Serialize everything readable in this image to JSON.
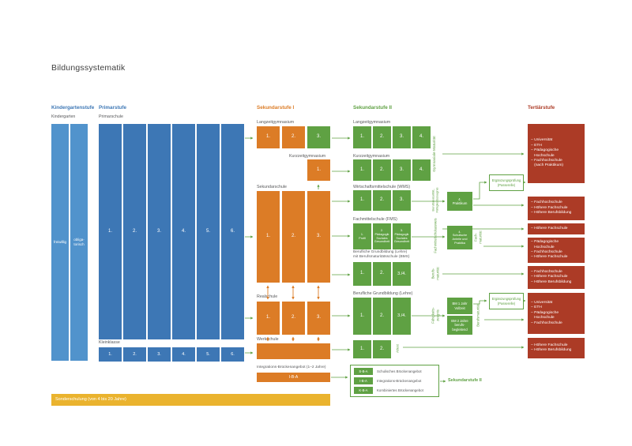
{
  "title": "Bildungssystematik",
  "colors": {
    "blue": "#3D77B5",
    "light_blue": "#5193CC",
    "orange": "#DC7C26",
    "green": "#5FA143",
    "dark_red": "#AC3B26",
    "yellow": "#EAB32E",
    "label_gray": "#58595B"
  },
  "headers": {
    "kindergarten": "Kindergartenstufe",
    "primar": "Primarstufe",
    "sek1": "Sekundarstufe I",
    "sek2": "Sekundarstufe II",
    "tertiaer": "Tertiärstufe"
  },
  "kindergarten": {
    "label": "Kindergarten",
    "freiwillig": "freiwillig",
    "obligatorisch": "obliga-\ntorisch"
  },
  "primar": {
    "label": "Primarschule",
    "years": [
      "1.",
      "2.",
      "3.",
      "4.",
      "5.",
      "6."
    ]
  },
  "kleinklasse": {
    "label": "Kleinklasse",
    "years": [
      "1.",
      "2.",
      "3.",
      "4.",
      "5.",
      "6."
    ]
  },
  "sek1": {
    "langzeitgymnasium": {
      "label": "Langzeitgymnasium",
      "years": [
        "1.",
        "2.",
        "3."
      ]
    },
    "kurzzeitgymnasium": {
      "label": "Kurzzeitgymnasium",
      "year": "1."
    },
    "sekundarschule": {
      "label": "Sekundarschule",
      "years": [
        "1.",
        "2.",
        "3."
      ]
    },
    "realschule": {
      "label": "Realschule",
      "years": [
        "1.",
        "2.",
        "3."
      ]
    },
    "werkschule": {
      "label": "Werkschule"
    },
    "brueckenangebot": {
      "label": "Integrations-Brückenangebot (1–2 Jahre)",
      "bar": "I-B-A"
    }
  },
  "sek2": {
    "langzeitgymnasium": {
      "label": "Langzeitgymnasium",
      "years": [
        "1.",
        "2.",
        "3.",
        "4."
      ]
    },
    "kurzzeitgymnasium": {
      "label": "Kurzzeitgymnasium",
      "years": [
        "1.",
        "2.",
        "3.",
        "4."
      ]
    },
    "wms": {
      "label": "Wirtschaftsmittelschule (WMS)",
      "years": [
        "1.",
        "2.",
        "3."
      ],
      "praktikum": "4.\nPraktikum"
    },
    "fms": {
      "label": "Fachmittelschule (FMS)",
      "years": [
        "1.\nProfil",
        "2.\nPädagogik\nSoziales\nGesundheit",
        "3.\nPädagogik\nSoziales\nGesundheit"
      ],
      "fachmatura_block": "4.\nSchulische\nAnteile und\nPraktika"
    },
    "bms": {
      "label": "Berufliche Grundbildung (Lehre)\nmit Berufsmaturitätsschule (BMS)",
      "years": [
        "1.",
        "2.",
        "3./4."
      ]
    },
    "lehre": {
      "label": "Berufliche Grundbildung (Lehre)",
      "years": [
        "1.",
        "2.",
        "3./4."
      ],
      "bm1": "BM 1 Jahr\nVollzeit",
      "bm2": "BM 2 Jahre\nberufs-\nbegleitend"
    },
    "attest": {
      "years": [
        "1.",
        "2."
      ],
      "side_label": "Attest"
    },
    "credentials": {
      "gymnasiale_maturitaet": "Gymnasiale Maturität",
      "wms": "Berufsmaturität,\nFähigkeitszeugnis",
      "fms": "Fachmittelschulausweis",
      "fachmaturitaet": "Fach-\nmaturität",
      "bms": "Berufs-\nmaturität",
      "faehigkeitszeugnis": "Fähigkeits-\nzeugnis",
      "berufsmaturitaet": "Berufsmaturität"
    },
    "passerelle": "Ergänzungsprüfung\n(Passerelle)"
  },
  "tertiaer": {
    "blocks": [
      {
        "items": "– Universität\n– ETH\n– Pädagogische\n   Hochschule\n– Fachhochschule\n   (nach Praktikum)"
      },
      {
        "items": "– Fachhochschule\n– Höhere Fachschule\n– Höhere Berufsbildung"
      },
      {
        "items": "– Höhere Fachschule"
      },
      {
        "items": "– Pädagogische\n   Hochschule\n– Fachhochschule\n– Höhere Fachschule"
      },
      {
        "items": "– Fachhochschule\n– Höhere Fachschule\n– Höhere Berufsbildung"
      },
      {
        "items": "– Universität\n– ETH\n– Pädagogische\n   Hochschule\n– Fachhochschule"
      },
      {
        "items": "– Höhere Fachschule\n– Höhere Berufsbildung"
      }
    ]
  },
  "bridge": {
    "rows": [
      {
        "badge": "S-B-A",
        "label": "Schulisches Brückenangebot"
      },
      {
        "badge": "I-B-A",
        "label": "Integrations-Brückenangebot"
      },
      {
        "badge": "K-B-A",
        "label": "Kombiniertes Brückenangebot"
      }
    ],
    "target": "Sekundarstufe II"
  },
  "sonderschulung": "Sonderschulung (von 4 bis 20 Jahre)"
}
